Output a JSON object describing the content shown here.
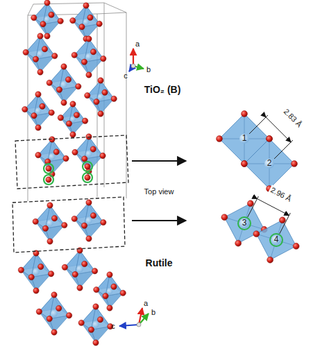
{
  "diagram": {
    "labels": [
      "a",
      "b",
      "c",
      "TiO₂ (B)",
      "Top view",
      "Rutile",
      "a",
      "b",
      "c",
      "2.83 Å",
      "1",
      "2",
      "2.96 Å",
      "3",
      "4"
    ]
  }
}
